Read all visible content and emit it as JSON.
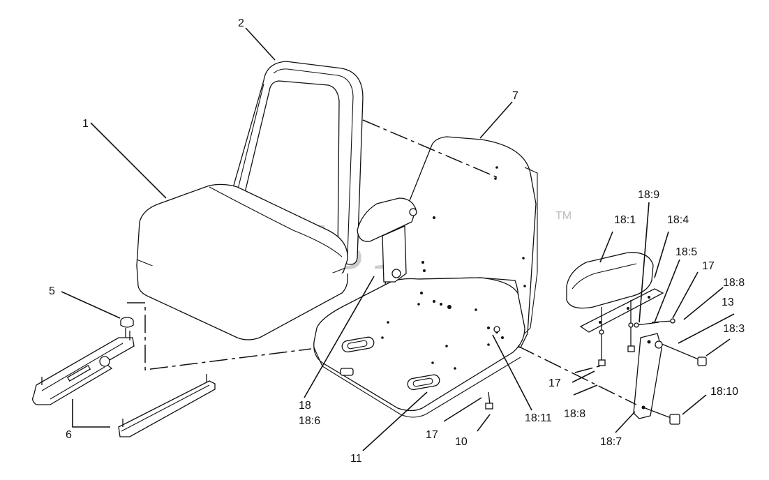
{
  "watermark": {
    "text": "PartsTree",
    "tm": "TM"
  },
  "callouts": [
    {
      "id": "c1",
      "text": "1"
    },
    {
      "id": "c2",
      "text": "2"
    },
    {
      "id": "c7",
      "text": "7"
    },
    {
      "id": "c5",
      "text": "5"
    },
    {
      "id": "c6",
      "text": "6"
    },
    {
      "id": "c18",
      "text": "18"
    },
    {
      "id": "c18_6",
      "text": "18:6"
    },
    {
      "id": "c11",
      "text": "11"
    },
    {
      "id": "c17a",
      "text": "17"
    },
    {
      "id": "c10",
      "text": "10"
    },
    {
      "id": "c18_11",
      "text": "18:11"
    },
    {
      "id": "c18_9",
      "text": "18:9"
    },
    {
      "id": "c18_1",
      "text": "18:1"
    },
    {
      "id": "c18_4",
      "text": "18:4"
    },
    {
      "id": "c18_5",
      "text": "18:5"
    },
    {
      "id": "c17b",
      "text": "17"
    },
    {
      "id": "c18_8a",
      "text": "18:8"
    },
    {
      "id": "c13",
      "text": "13"
    },
    {
      "id": "c18_3",
      "text": "18:3"
    },
    {
      "id": "c17c",
      "text": "17"
    },
    {
      "id": "c18_8b",
      "text": "18:8"
    },
    {
      "id": "c18_10",
      "text": "18:10"
    },
    {
      "id": "c18_7",
      "text": "18:7"
    }
  ]
}
